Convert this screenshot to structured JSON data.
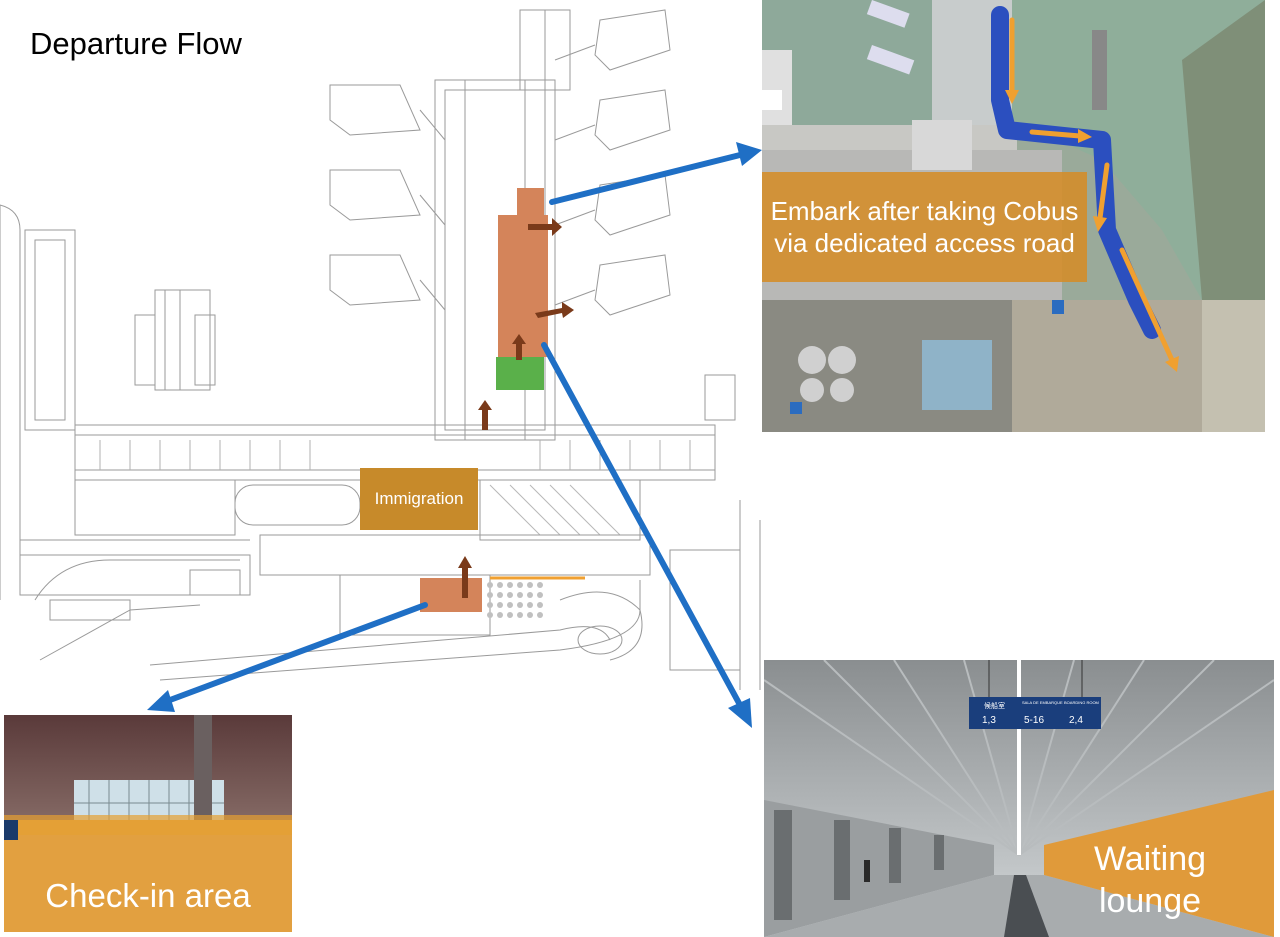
{
  "title": "Departure Flow",
  "labels": {
    "embark": "Embark after taking Cobus via dedicated access road",
    "immigration": "Immigration",
    "checkin": "Check-in area",
    "lounge": "Waiting lounge"
  },
  "sign": {
    "header_left": "候船室",
    "header_mid": "SALA DE EMBARQUE",
    "header_right": "BOARDING ROOM",
    "gate_left": "1,3",
    "gate_mid": "5-16",
    "gate_right": "2,4"
  },
  "colors": {
    "route_arrow": "#1f6fc5",
    "highlight_zone": "#d4845a",
    "green_zone": "#5ab04a",
    "label_orange": "#d48c28",
    "path_blue": "#2b4fbf",
    "path_orange": "#f0a030",
    "flow_arrow": "#7a3a1a"
  }
}
